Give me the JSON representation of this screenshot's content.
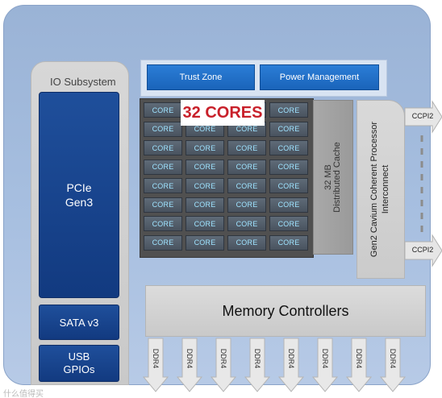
{
  "io_subsystem": {
    "title": "IO Subsystem",
    "pcie_line1": "PCIe",
    "pcie_line2": "Gen3",
    "sata": "SATA v3",
    "usb_line1": "USB",
    "usb_line2": "GPIOs"
  },
  "top": {
    "trust_zone": "Trust Zone",
    "power_management": "Power Management"
  },
  "cores": {
    "badge": "32 CORES",
    "cell_label": "CORE",
    "rows": 8,
    "cols": 4
  },
  "cache": {
    "line1": "32 MB",
    "line2": "Distributed Cache"
  },
  "interconnect": {
    "line1": "Gen2  Cavium Coherent Processor",
    "line2": "Interconnect",
    "ports": [
      "CCPI2",
      "CCPI2"
    ]
  },
  "memory": {
    "title": "Memory Controllers",
    "channels": [
      "DDR4",
      "DDR4",
      "DDR4",
      "DDR4",
      "DDR4",
      "DDR4",
      "DDR4",
      "DDR4"
    ]
  },
  "watermark": "什么值得买",
  "colors": {
    "chip_bg": "#a7bfe0",
    "io_blue": "#123a80",
    "top_blue": "#1a64ba",
    "core_text": "#9ee3ff",
    "badge_red": "#c8202a",
    "panel_gray": "#c9c9c9"
  }
}
